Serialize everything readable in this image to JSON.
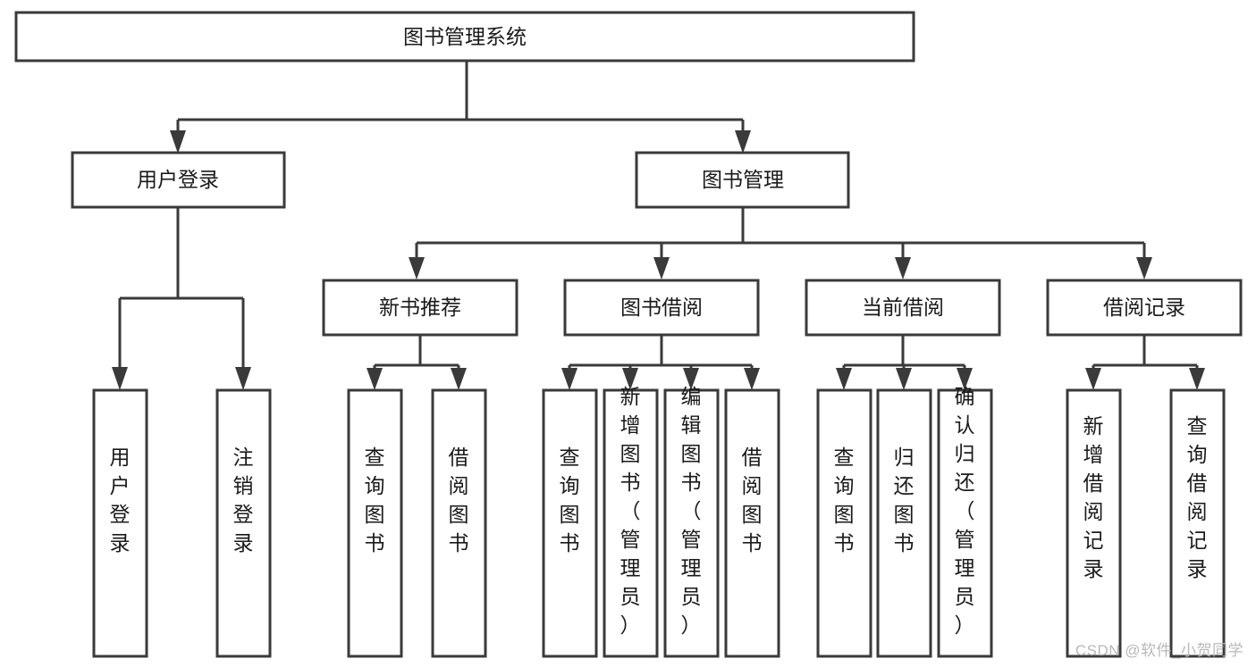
{
  "diagram": {
    "title": "图书管理系统",
    "watermark": "CSDN @软件_小贺同学",
    "colors": {
      "stroke": "#3a3a3a",
      "fill": "#ffffff",
      "text": "#1a1a1a",
      "watermark": "#b8b8b8"
    },
    "root": {
      "label": "图书管理系统"
    },
    "level2": [
      {
        "label": "用户登录"
      },
      {
        "label": "图书管理"
      }
    ],
    "level3": [
      {
        "label": "新书推荐"
      },
      {
        "label": "图书借阅"
      },
      {
        "label": "当前借阅"
      },
      {
        "label": "借阅记录"
      }
    ],
    "leaves": {
      "user_login": [
        {
          "label": "用户登录"
        },
        {
          "label": "注销登录"
        }
      ],
      "new_book": [
        {
          "label": "查询图书"
        },
        {
          "label": "借阅图书"
        }
      ],
      "book_borrow": [
        {
          "label": "查询图书"
        },
        {
          "label": "新增图书（管理员）"
        },
        {
          "label": "编辑图书（管理员）"
        },
        {
          "label": "借阅图书"
        }
      ],
      "current_borrow": [
        {
          "label": "查询图书"
        },
        {
          "label": "归还图书"
        },
        {
          "label": "确认归还（管理员）"
        }
      ],
      "borrow_record": [
        {
          "label": "新增借阅记录"
        },
        {
          "label": "查询借阅记录"
        }
      ]
    }
  }
}
